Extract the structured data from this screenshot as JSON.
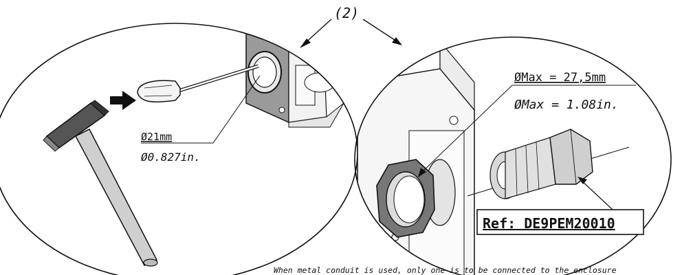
{
  "callout": {
    "label": "(2)"
  },
  "left_panel": {
    "diameter_mm": "Ø21mm",
    "diameter_in": "Ø0.827in."
  },
  "right_panel": {
    "max_mm": "ØMax = 27,5mm",
    "max_in": "ØMax = 1.08in.",
    "ref_label": "Ref: DE9PEM20010"
  },
  "footnote": "When metal conduit is used, only one is to be connected to the enclosure",
  "colors": {
    "line": "#111111",
    "shade_dark": "#555555",
    "shade_mid": "#999999",
    "shade_light": "#d8d8d8"
  },
  "icons": [
    "hammer-icon",
    "screwdriver-icon",
    "arrow-right-icon",
    "lock-nut-icon",
    "conduit-fitting-icon"
  ]
}
